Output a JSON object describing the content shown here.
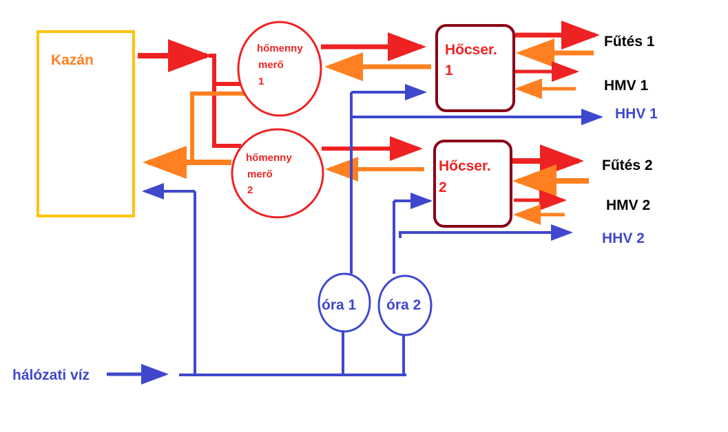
{
  "colors": {
    "hot": "#ee2222",
    "return": "#ff8020",
    "cold": "#3f48cc",
    "boiler_border": "#ffc20e",
    "boiler_text": "#ff8020",
    "exchanger_border": "#880015",
    "exchanger_text": "#ee2222",
    "meter_text": "#ee2222",
    "output_text": "#000000",
    "hhv_text": "#3f48cc"
  },
  "boiler": {
    "label": "Kazán"
  },
  "heat_meters": [
    {
      "line1": "hőmenny",
      "line2": "merő",
      "line3": "1"
    },
    {
      "line1": "hőmenny",
      "line2": "merő",
      "line3": "2"
    }
  ],
  "exchangers": [
    {
      "line1": "Hőcser.",
      "line2": "1"
    },
    {
      "line1": "Hőcser.",
      "line2": "2"
    }
  ],
  "outputs": {
    "futes1": "Fűtés 1",
    "hmv1": "HMV 1",
    "hhv1": "HHV 1",
    "futes2": "Fűtés 2",
    "hmv2": "HMV 2",
    "hhv2": "HHV 2"
  },
  "water_meters": [
    "óra 1",
    "óra 2"
  ],
  "mains_water": "hálózati víz"
}
